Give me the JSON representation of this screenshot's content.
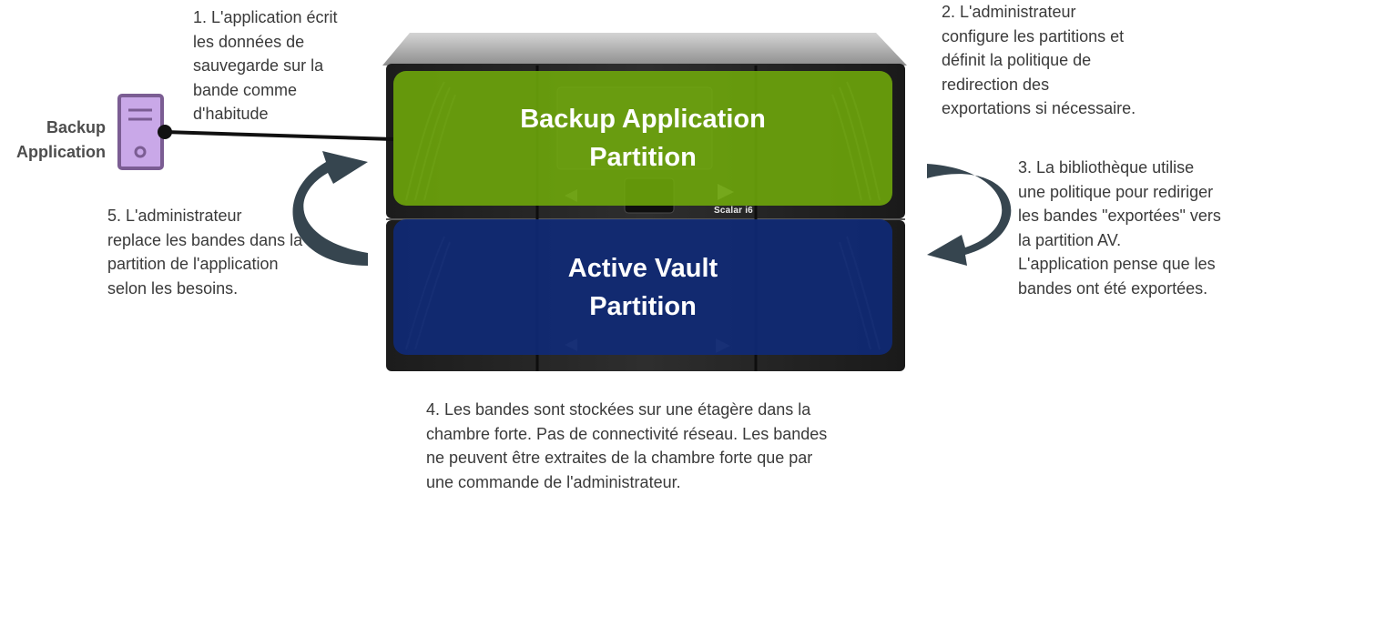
{
  "notes": {
    "step1": "1. L'application écrit\nles données de\nsauvegarde sur la\nbande comme\nd'habitude",
    "step2": "2. L'administrateur\nconfigure les partitions et\ndéfinit la politique de\nredirection des\nexportations si nécessaire.",
    "step3": "3.  La bibliothèque utilise\nune politique pour rediriger\nles bandes \"exportées\" vers\nla partition AV.\nL'application pense que les\nbandes ont été exportées.",
    "step4": "4.  Les bandes sont stockées sur une étagère dans la\nchambre forte.  Pas de connectivité réseau. Les bandes\nne peuvent être extraites de la chambre forte que par\nune commande de l'administrateur.",
    "step5": "5.  L'administrateur\nreplace les bandes dans la\npartition de l'application\nselon les besoins."
  },
  "server": {
    "label": "Backup\nApplication",
    "icon": "server-icon"
  },
  "partitions": {
    "backup": "Backup Application\nPartition",
    "vault": "Active Vault\nPartition"
  },
  "library": {
    "brand": "Scalar i6"
  },
  "colors": {
    "backup_partition": "#70aa0a",
    "vault_partition": "#0f2a78",
    "server_icon": "#c9a8e8",
    "server_outline": "#7b5d93",
    "arrow": "#36454f"
  }
}
